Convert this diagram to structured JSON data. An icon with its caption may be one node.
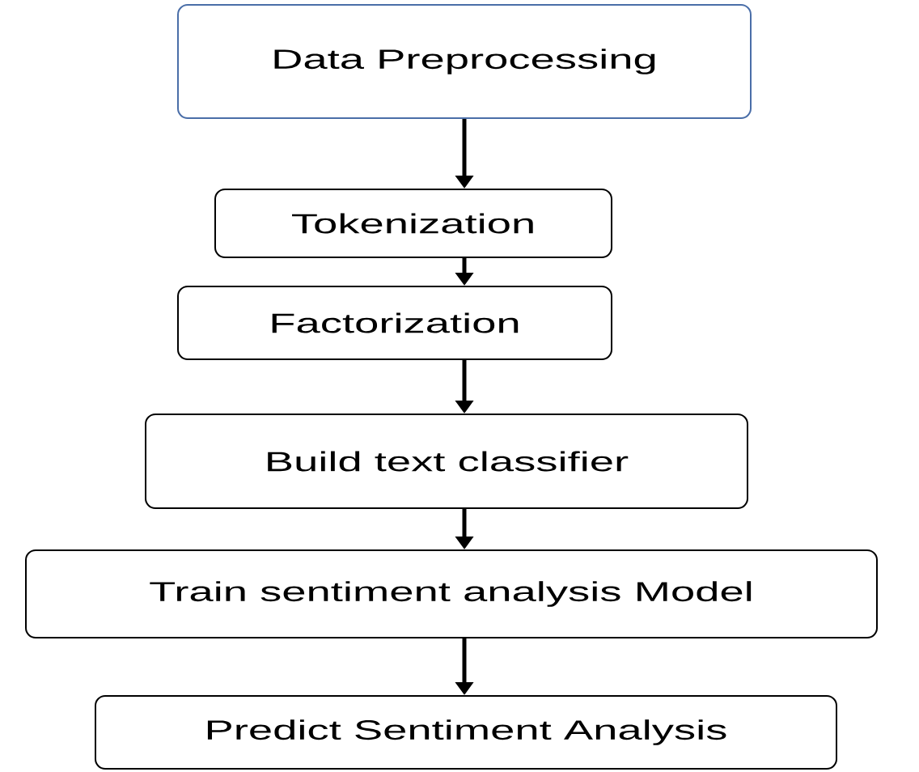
{
  "diagram": {
    "nodes": [
      {
        "text": [
          "Data Preprocessing"
        ]
      },
      {
        "text": [
          "Tokenization"
        ]
      },
      {
        "text": [
          "Factorization"
        ]
      },
      {
        "text": [
          "Build text classifier"
        ]
      },
      {
        "text": [
          "Train sentiment analysis Model"
        ]
      },
      {
        "text": [
          "Predict Sentiment Analysis"
        ]
      }
    ],
    "edges": [
      {
        "from": 0,
        "to": 1,
        "arrow": "to"
      },
      {
        "from": 1,
        "to": 2,
        "arrow": "to"
      },
      {
        "from": 2,
        "to": 3,
        "arrow": "to"
      },
      {
        "from": 3,
        "to": 4,
        "arrow": "to"
      },
      {
        "from": 4,
        "to": 5,
        "arrow": "to"
      }
    ]
  }
}
